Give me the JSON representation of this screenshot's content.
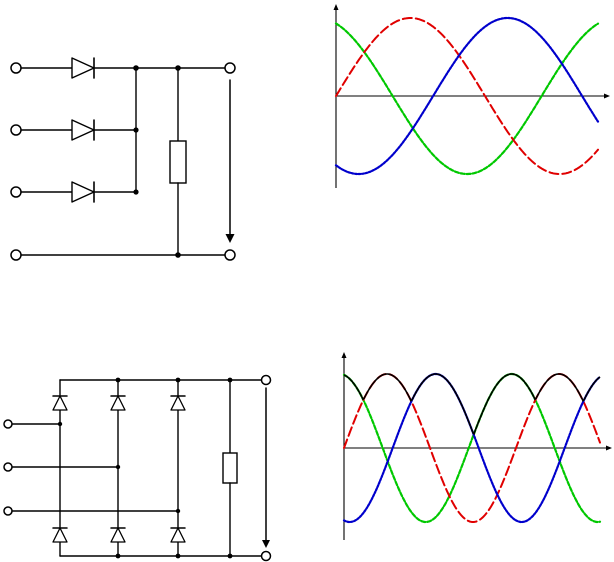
{
  "colors": {
    "wire": "#000000",
    "background": "#ffffff",
    "phase_a": "#00c800",
    "phase_b": "#e00000",
    "phase_c": "#0000cc",
    "envelope": "#000000"
  },
  "figures": [
    {
      "kind": "three-phase half-wave rectifier circuit",
      "inputs": 4,
      "diodes": 3,
      "load": "resistor"
    },
    {
      "kind": "three-phase half-wave waveforms",
      "series": [
        "phase_a",
        "phase_b",
        "phase_c"
      ],
      "envelope": false
    },
    {
      "kind": "three-phase full-wave bridge rectifier circuit",
      "inputs": 3,
      "diodes": 6,
      "load": "resistor"
    },
    {
      "kind": "three-phase full-wave waveforms",
      "series": [
        "phase_a",
        "phase_b",
        "phase_c"
      ],
      "envelope": true
    }
  ]
}
